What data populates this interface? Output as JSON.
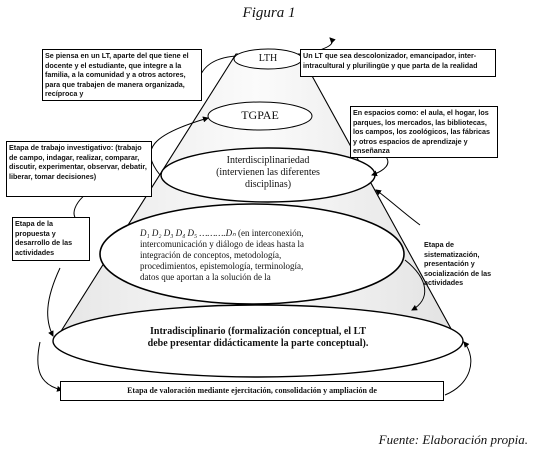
{
  "figure_title": "Figura 1",
  "source": "Fuente: Elaboración propia.",
  "levels": {
    "lth": "LTH",
    "tgpae": "TGPAE",
    "inter_title": "Interdisciplinariedad",
    "inter_sub1": "(intervienen las diferentes",
    "inter_sub2": "disciplinas)",
    "disc_symbols": "D₁ D₂ D₃ D₄ D₅ ……….Dₙ",
    "disc_line1": "(en interconexión,",
    "disc_line2": "intercomunicación y diálogo de ideas hasta la",
    "disc_line3": "integración de conceptos, metodología,",
    "disc_line4": "procedimientos, epistemología, terminología,",
    "disc_line5": "datos que aportan a la solución de la",
    "intra_line1": "Intradisciplinario (formalización conceptual, el LT",
    "intra_line2": "debe presentar didácticamente la parte conceptual)."
  },
  "notes": {
    "top_left": "Se piensa en un LT, aparte del que tiene el docente y el estudiante, que integre a la familia, a la comunidad y a otros actores, para que trabajen de manera organizada, recíproca y",
    "top_right": "Un LT que sea descolonizador, emancipador, inter-intracultural y plurilingüe y que parta de la realidad",
    "right_mid": "En espacios como: el aula, el hogar, los parques, los mercados, las bibliotecas, los campos, los zoológicos, las fábricas y otros espacios de aprendizaje y enseñanza",
    "left_mid": "Etapa de trabajo investigativo: (trabajo de campo, indagar, realizar, comparar, discutir, experimentar, observar, debatir, liberar, tomar decisiones)",
    "left_low": "Etapa de la propuesta y desarrollo de las actividades",
    "right_low": "Etapa de sistematización, presentación y socialización de las actividades",
    "bottom": "Etapa de valoración mediante ejercitación, consolidación y ampliación de"
  }
}
